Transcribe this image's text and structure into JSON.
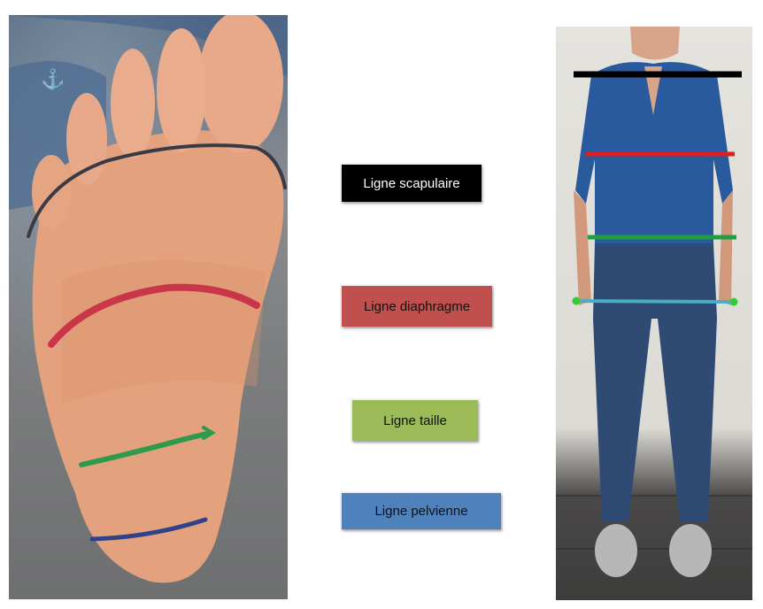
{
  "labels": {
    "scapulaire": "Ligne scapulaire",
    "diaphragme": "Ligne diaphragme",
    "taille": "Ligne taille",
    "pelvienne": "Ligne pelvienne"
  },
  "colors": {
    "scapulaire": "#000000",
    "diaphragme": "#c0504d",
    "taille": "#9bbb59",
    "pelvienne": "#4f81bd",
    "pelvic_marker_line": "#4bacc6",
    "pelvic_marker_dots": "#33cc33"
  },
  "icons": {
    "anchor": "anchor-icon"
  }
}
